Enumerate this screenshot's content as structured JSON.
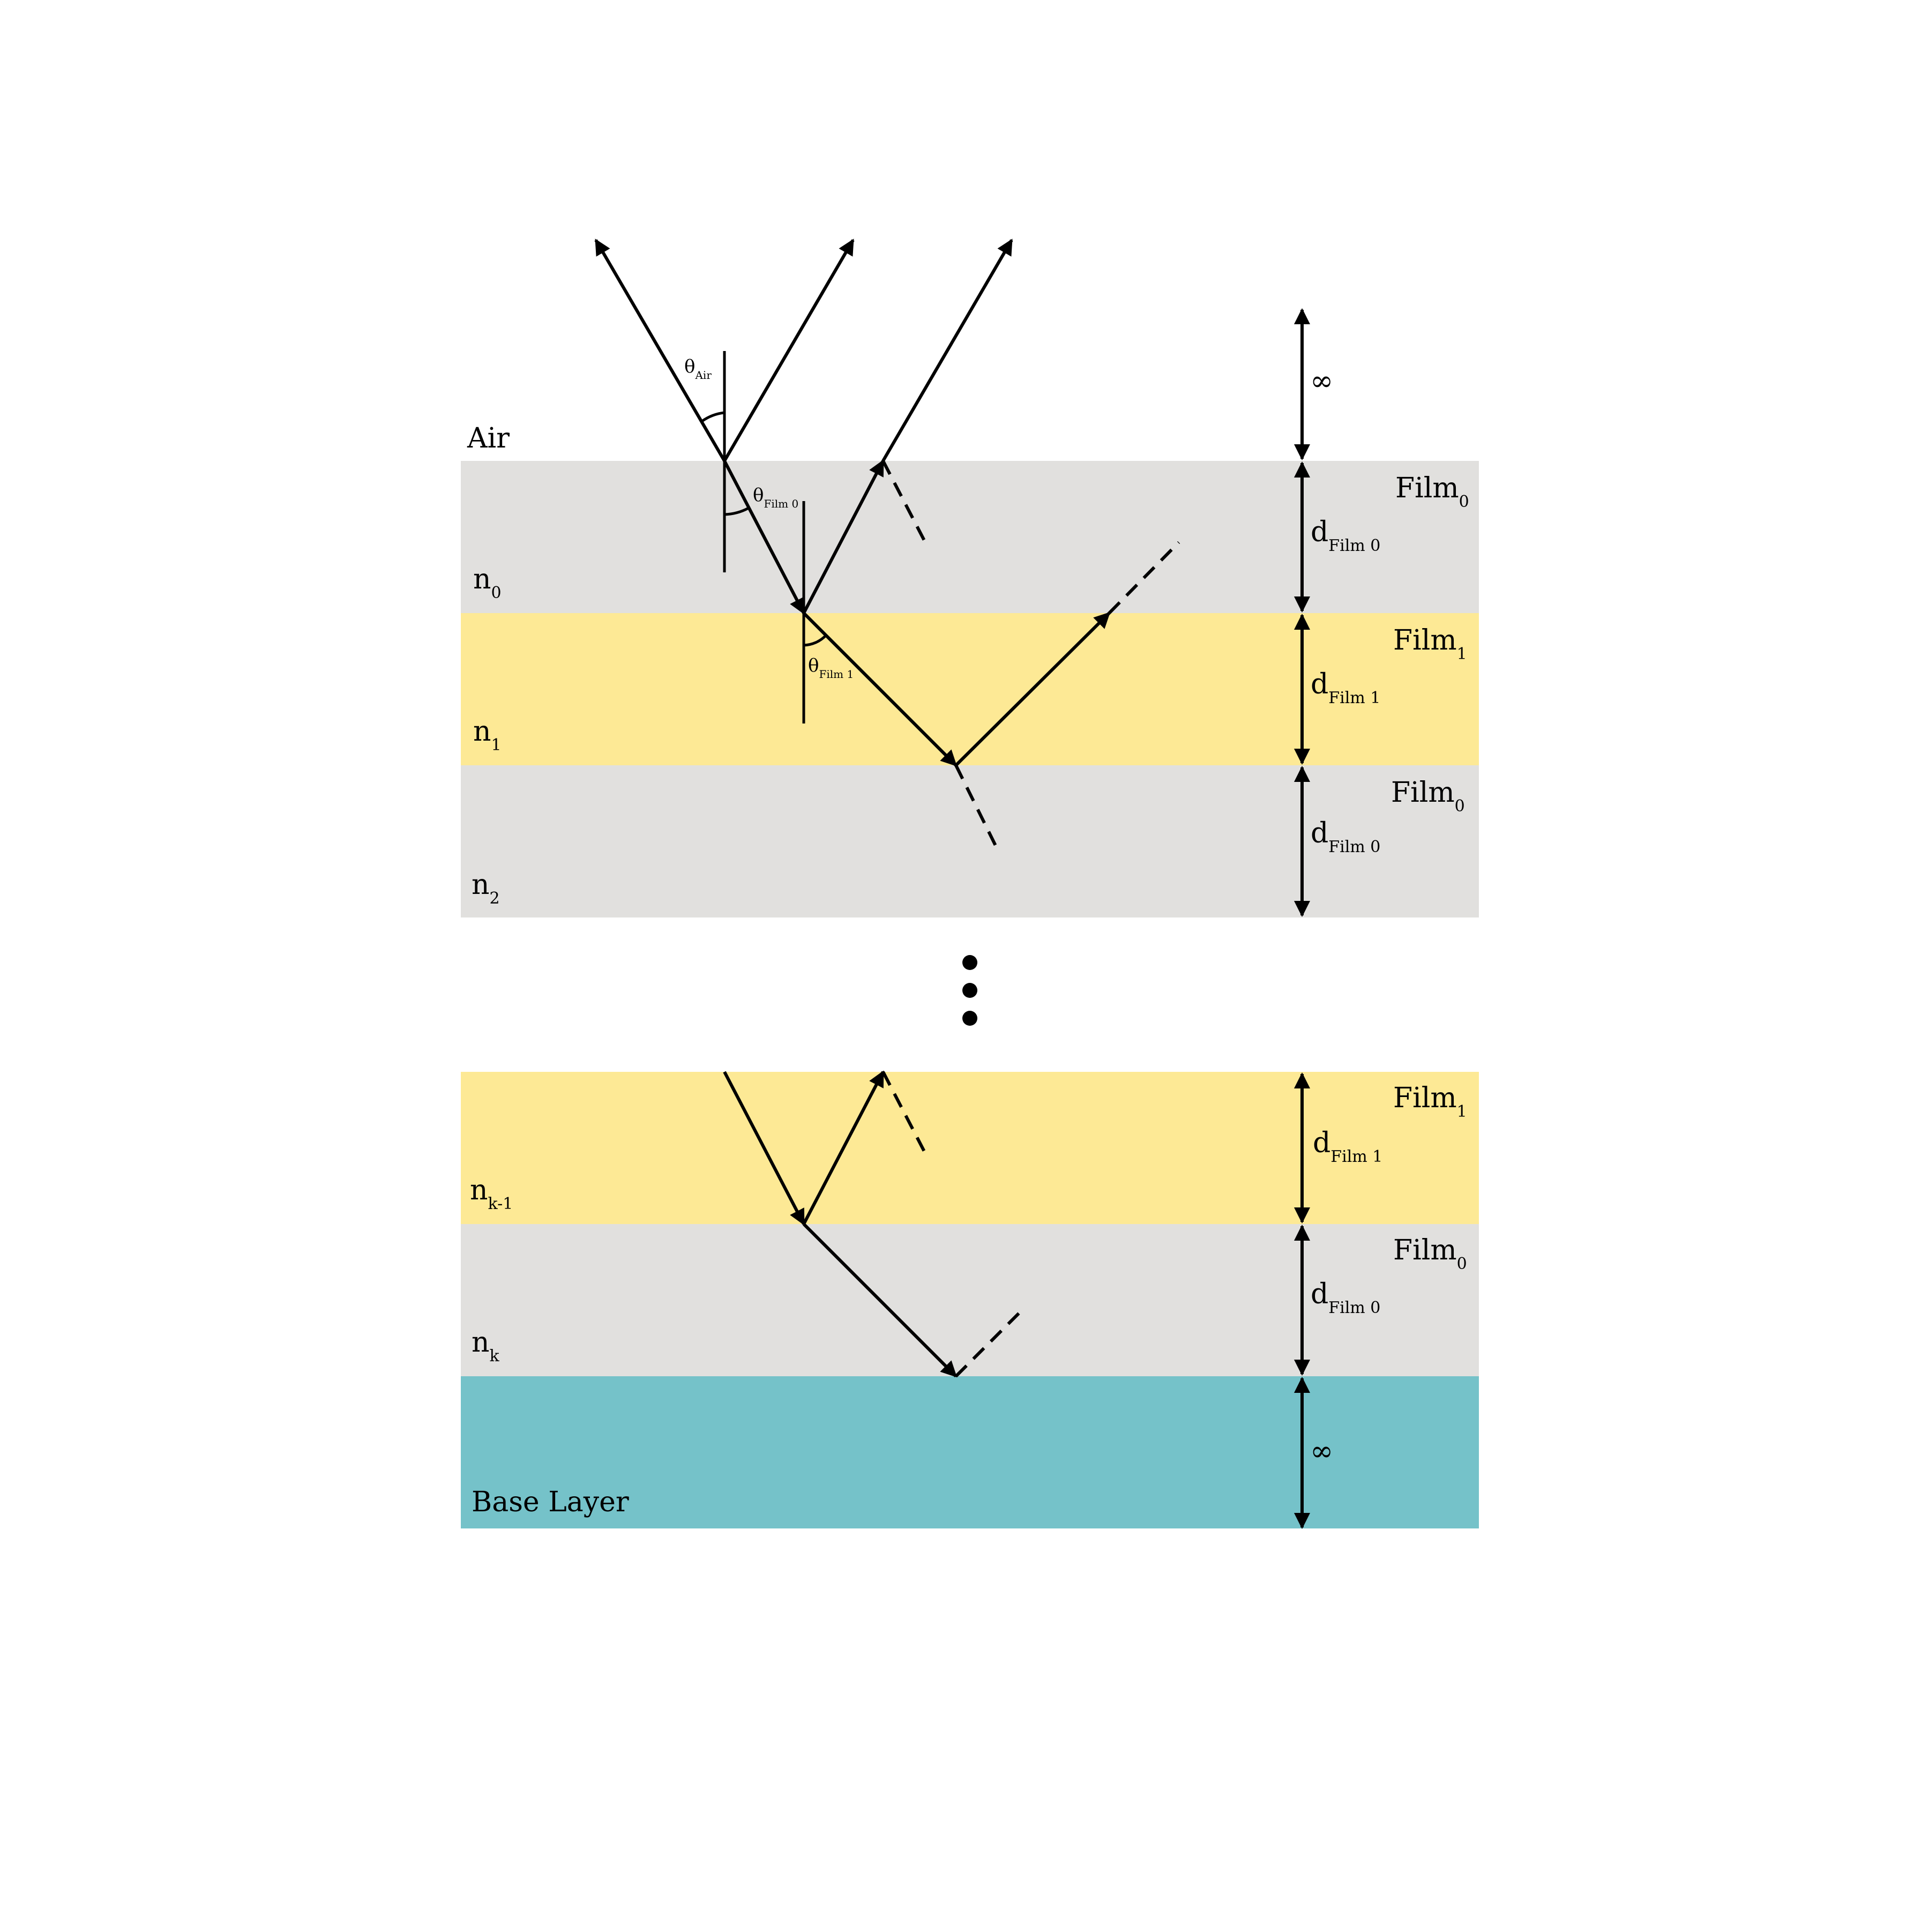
{
  "colors": {
    "film0": "#e1e0de",
    "film1": "#fde995",
    "base": "#75c2c9",
    "ink": "#000000",
    "background": "#ffffff"
  },
  "labels": {
    "air": "Air",
    "base_layer": "Base Layer",
    "infinity_top": "∞",
    "infinity_bottom": "∞",
    "ellipsis_dots": 3
  },
  "layers": [
    {
      "id": "layer-0",
      "material": "film0",
      "n": "n",
      "n_sub": "0",
      "film": "Film",
      "film_sub": "0",
      "d": "d",
      "d_sub": "Film 0"
    },
    {
      "id": "layer-1",
      "material": "film1",
      "n": "n",
      "n_sub": "1",
      "film": "Film",
      "film_sub": "1",
      "d": "d",
      "d_sub": "Film 1"
    },
    {
      "id": "layer-2",
      "material": "film0",
      "n": "n",
      "n_sub": "2",
      "film": "Film",
      "film_sub": "0",
      "d": "d",
      "d_sub": "Film 0"
    },
    {
      "id": "layer-k-1",
      "material": "film1",
      "n": "n",
      "n_sub": "k-1",
      "film": "Film",
      "film_sub": "1",
      "d": "d",
      "d_sub": "Film 1"
    },
    {
      "id": "layer-k",
      "material": "film0",
      "n": "n",
      "n_sub": "k",
      "film": "Film",
      "film_sub": "0",
      "d": "d",
      "d_sub": "Film 0"
    }
  ],
  "angles": [
    {
      "id": "theta-air",
      "symbol": "θ",
      "sub": "Air"
    },
    {
      "id": "theta-film0",
      "symbol": "θ",
      "sub": "Film 0"
    },
    {
      "id": "theta-film1",
      "symbol": "θ",
      "sub": "Film 1"
    }
  ]
}
